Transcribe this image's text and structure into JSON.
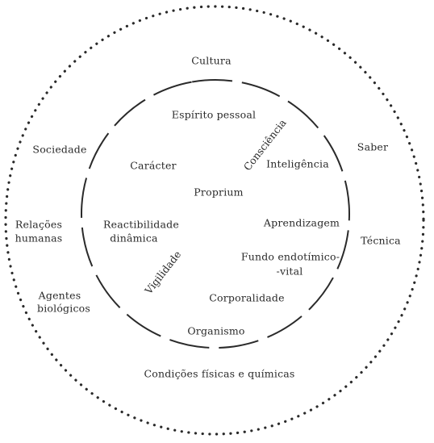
{
  "outer_ring": {
    "top": "Cultura",
    "left_1": "Sociedade",
    "left_2_line1": "Relações",
    "left_2_line2": "humanas",
    "left_3_line1": "Agentes",
    "left_3_line2": "biológicos",
    "right_1": "Saber",
    "right_2": "Técnica",
    "bottom": "Condições físicas e químicas"
  },
  "inner_ring": {
    "espirito": "Espírito pessoal",
    "consciencia": "Consciência",
    "caracter": "Carácter",
    "inteligencia": "Inteligência",
    "proprium": "Proprium",
    "reactibilidade_line1": "Reactibilidade",
    "reactibilidade_line2": "dinâmica",
    "aprendizagem": "Aprendizagem",
    "fundo_line1": "Fundo endotímico-",
    "fundo_line2": "-vital",
    "vigilidade": "Vigilidade",
    "corporalidade": "Corporalidade",
    "organismo": "Organismo"
  },
  "colors": {
    "ink": "#2a2a2a",
    "background": "#ffffff"
  }
}
